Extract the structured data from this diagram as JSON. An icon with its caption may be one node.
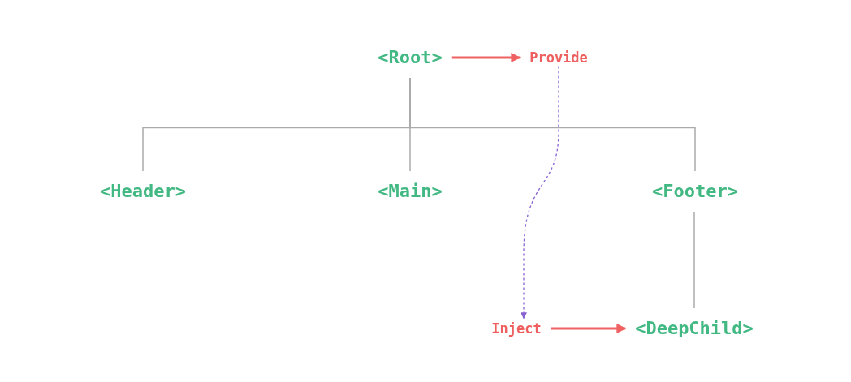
{
  "diagram": {
    "nodes": [
      {
        "text": [
          "<Root>"
        ]
      },
      {
        "text": [
          "Provide"
        ]
      },
      {
        "text": [
          "<Header>"
        ]
      },
      {
        "text": [
          "<Main>"
        ]
      },
      {
        "text": [
          "<Footer>"
        ]
      },
      {
        "text": [
          "Inject"
        ]
      },
      {
        "text": [
          "<DeepChild>"
        ]
      }
    ],
    "edges": [
      {
        "from": 0,
        "to": 1,
        "arrow": "to",
        "color": "#f06262"
      },
      {
        "from": 0,
        "to": 2,
        "arrow": "none"
      },
      {
        "from": 0,
        "to": 3,
        "arrow": "none"
      },
      {
        "from": 0,
        "to": 4,
        "arrow": "none"
      },
      {
        "from": 1,
        "to": 5,
        "arrow": "to",
        "style": "dashed",
        "color": "#8a63d2"
      },
      {
        "from": 4,
        "to": 6,
        "arrow": "none"
      },
      {
        "from": 5,
        "to": 6,
        "arrow": "to",
        "color": "#f06262"
      }
    ]
  }
}
